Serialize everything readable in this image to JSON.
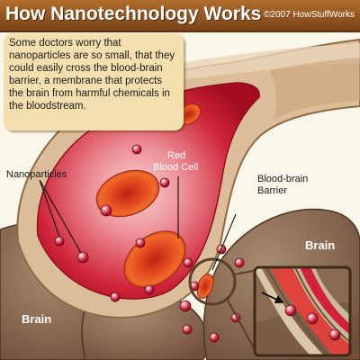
{
  "header": {
    "title": "How Nanotechnology Works",
    "copyright": "©2007 HowStuffWorks"
  },
  "caption": {
    "text": "Some doctors worry that nanoparticles are so small, that they could easily cross the blood-brain barrier, a membrane that protects the brain from harmful chemicals in the bloodstream."
  },
  "labels": {
    "nanoparticles": "Nanoparticles",
    "red_blood_cell_line1": "Red",
    "red_blood_cell_line2": "Blood Cell",
    "blood_brain_barrier_line1": "Blood-brain",
    "blood_brain_barrier_line2": "Barrier",
    "brain_right": "Brain",
    "brain_left": "Brain"
  },
  "colors": {
    "title_bar": "#8a4d1e",
    "caption_box": "#f4dfae",
    "vessel_wall": "#d5b48e",
    "blood": "#c8122a",
    "red_blood_cell": "#e8401e",
    "nanoparticle": "#b8203a",
    "brain_tissue": "#8a6a52"
  }
}
